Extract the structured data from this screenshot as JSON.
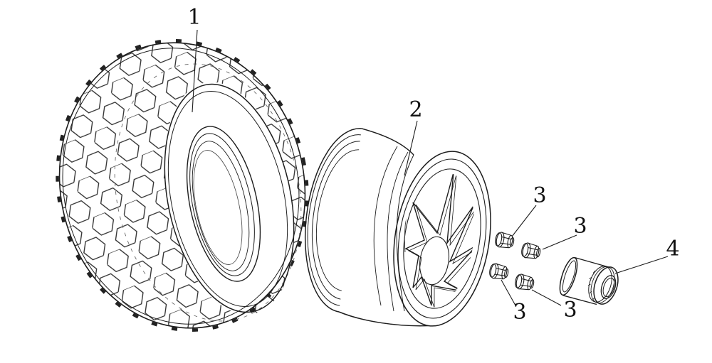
{
  "diagram": {
    "background": "#ffffff",
    "line_color": "#1d1d1d",
    "label_color": "#111111"
  },
  "callouts": [
    {
      "number": "1"
    },
    {
      "number": "2"
    },
    {
      "number": "3"
    },
    {
      "number": "3"
    },
    {
      "number": "3"
    },
    {
      "number": "3"
    },
    {
      "number": "4"
    }
  ]
}
